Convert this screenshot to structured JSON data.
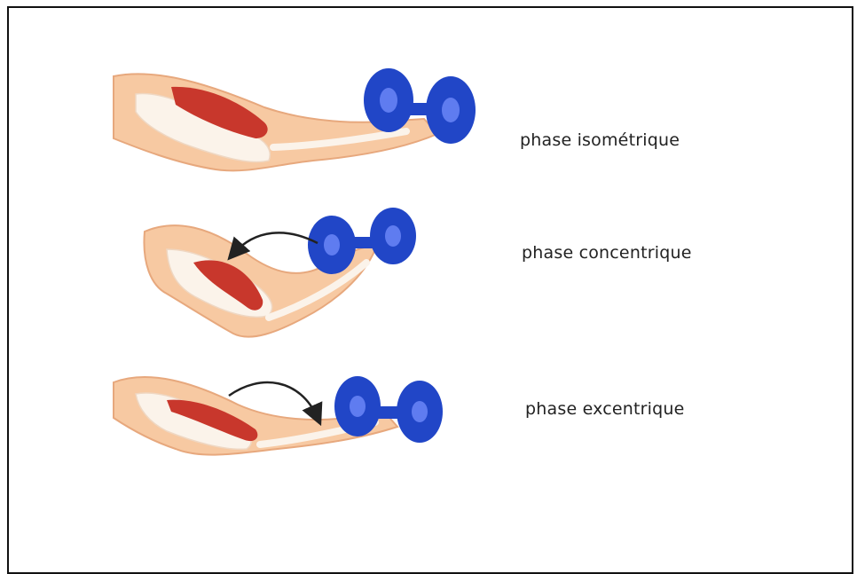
{
  "phases": [
    {
      "label": "phase isométrique"
    },
    {
      "label": "phase concentrique"
    },
    {
      "label": "phase excentrique"
    }
  ],
  "colors": {
    "skin": "#f7c9a2",
    "skin_outline": "#e7a87d",
    "bone": "#fbf3ea",
    "muscle": "#c8372c",
    "dumbbell": "#2146c7",
    "arrow": "#222222"
  }
}
